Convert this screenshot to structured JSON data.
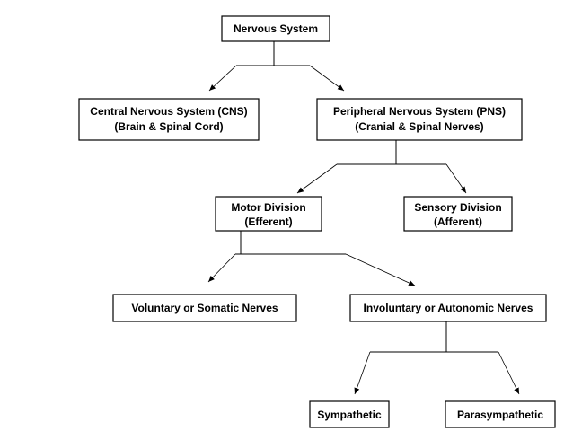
{
  "nodes": {
    "nervous_system": {
      "line1": "Nervous System"
    },
    "cns": {
      "line1": "Central Nervous System (CNS)",
      "line2": "(Brain & Spinal Cord)"
    },
    "pns": {
      "line1": "Peripheral Nervous System (PNS)",
      "line2": "(Cranial & Spinal Nerves)"
    },
    "motor": {
      "line1": "Motor Division",
      "line2": "(Efferent)"
    },
    "sensory": {
      "line1": "Sensory Division",
      "line2": "(Afferent)"
    },
    "voluntary": {
      "line1": "Voluntary or Somatic Nerves"
    },
    "involuntary": {
      "line1": "Involuntary or Autonomic Nerves"
    },
    "sympathetic": {
      "line1": "Sympathetic"
    },
    "parasympathetic": {
      "line1": "Parasympathetic"
    }
  },
  "edges": [
    {
      "from": "Nervous System",
      "to": "Central Nervous System (CNS)"
    },
    {
      "from": "Nervous System",
      "to": "Peripheral Nervous System (PNS)"
    },
    {
      "from": "Peripheral Nervous System (PNS)",
      "to": "Motor Division"
    },
    {
      "from": "Peripheral Nervous System (PNS)",
      "to": "Sensory Division"
    },
    {
      "from": "Motor Division",
      "to": "Voluntary or Somatic Nerves"
    },
    {
      "from": "Motor Division",
      "to": "Involuntary or Autonomic Nerves"
    },
    {
      "from": "Involuntary or Autonomic Nerves",
      "to": "Sympathetic"
    },
    {
      "from": "Involuntary or Autonomic Nerves",
      "to": "Parasympathetic"
    }
  ]
}
